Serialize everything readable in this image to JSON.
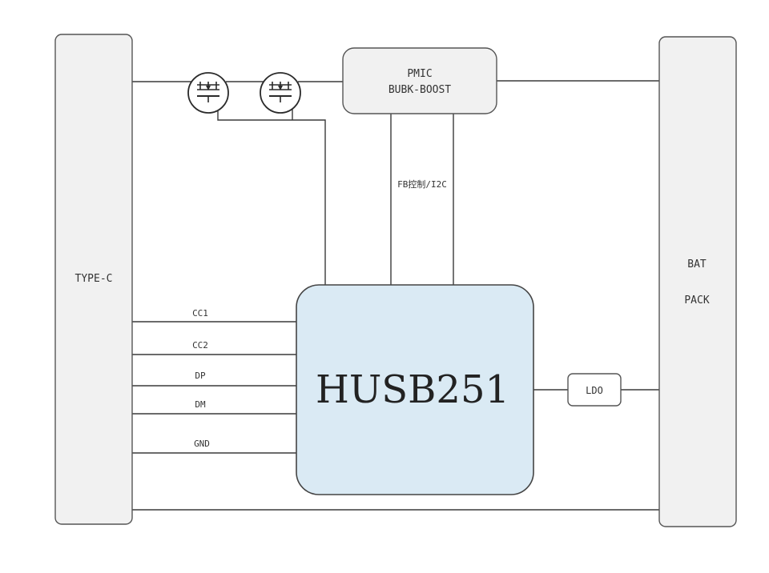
{
  "blocks": {
    "type_c": "TYPE-C",
    "bat_line1": "BAT",
    "bat_line2": "PACK",
    "pmic_line1": "PMIC",
    "pmic_line2": "BUBK-BOOST",
    "chip": "HUSB251",
    "ldo": "LDO"
  },
  "signals": {
    "cc1": "CC1",
    "cc2": "CC2",
    "dp": "DP",
    "dm": "DM",
    "gnd": "GND"
  },
  "bus_label": "FB控制/I2C",
  "colors": {
    "chip_fill": "#daeaf4",
    "block_fill": "#f1f1f1",
    "line": "#3a3a3a"
  },
  "icons": [
    "mosfet-icon",
    "mosfet-icon"
  ]
}
